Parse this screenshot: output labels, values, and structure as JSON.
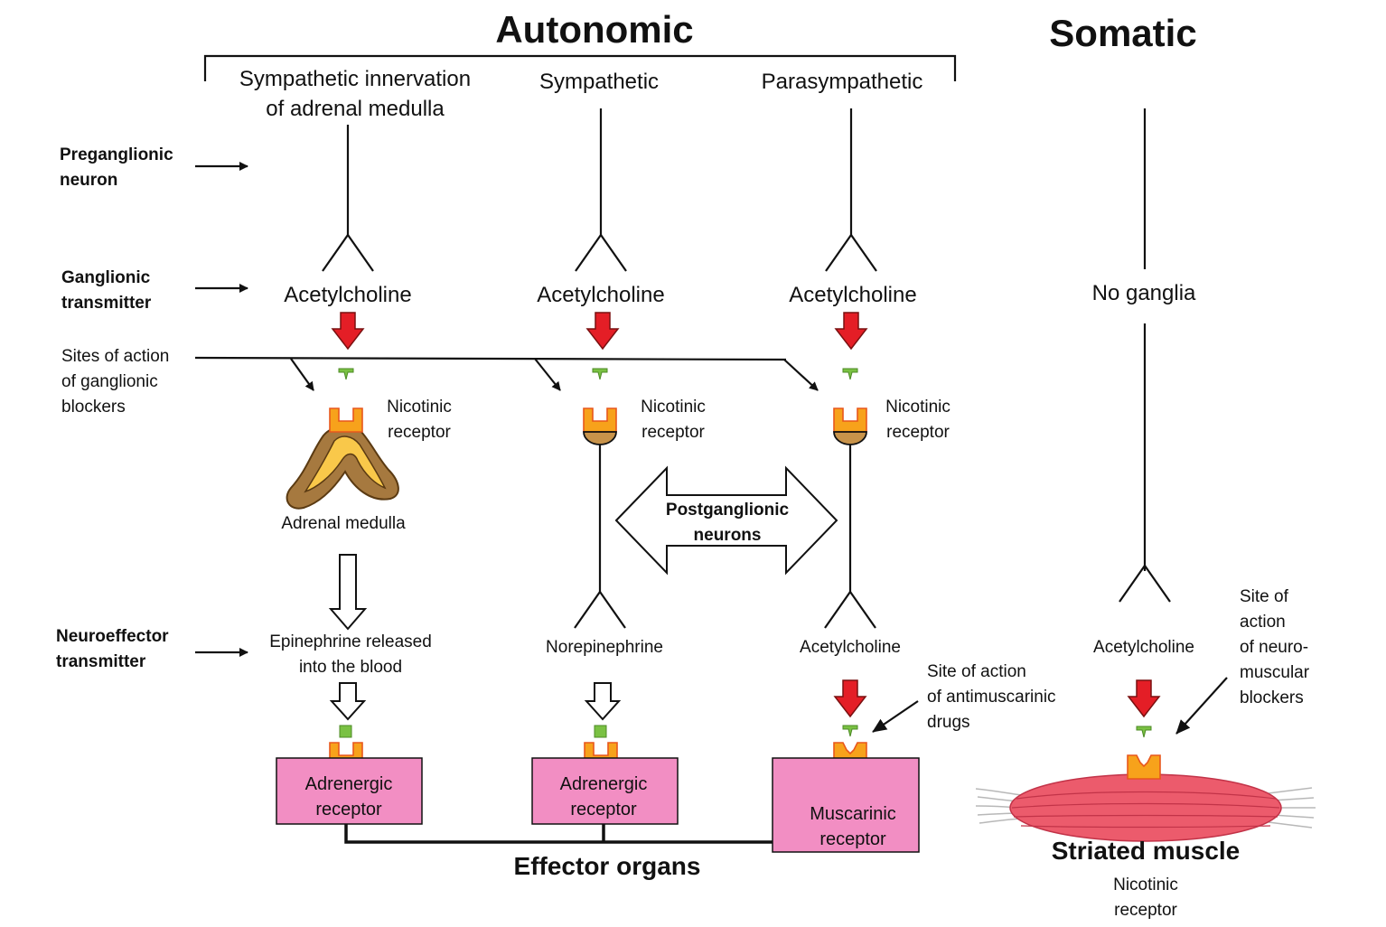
{
  "headers": {
    "autonomic": "Autonomic",
    "somatic": "Somatic",
    "col_adrenal": [
      "Sympathetic innervation",
      "of adrenal medulla"
    ],
    "col_sympathetic": "Sympathetic",
    "col_parasympathetic": "Parasympathetic"
  },
  "row_labels": {
    "preganglionic": [
      "Preganglionic",
      "neuron"
    ],
    "ganglionic": [
      "Ganglionic",
      "transmitter"
    ],
    "sites_ganglionic": [
      "Sites of action",
      "of ganglionic",
      "blockers"
    ],
    "neuroeffector": [
      "Neuroeffector",
      "transmitter"
    ]
  },
  "ganglia": {
    "adrenal": "Acetylcholine",
    "sympathetic": "Acetylcholine",
    "parasympathetic": "Acetylcholine",
    "somatic": "No ganglia"
  },
  "nicotinic_receptor": [
    "Nicotinic",
    "receptor"
  ],
  "adrenal_medulla": "Adrenal medulla",
  "postganglionic": [
    "Postganglionic",
    "neurons"
  ],
  "neuroeffector": {
    "adrenal": [
      "Epinephrine released",
      "into the blood"
    ],
    "sympathetic": "Norepinephrine",
    "parasympathetic": "Acetylcholine",
    "somatic": "Acetylcholine"
  },
  "sites": {
    "antimuscarinic": [
      "Site of action",
      "of antimuscarinic",
      "drugs"
    ],
    "neuromuscular": [
      "Site of",
      "action",
      "of neuro-",
      "muscular",
      "blockers"
    ]
  },
  "effector_boxes": {
    "adrenergic_1": [
      "Adrenergic",
      "receptor"
    ],
    "adrenergic_2": [
      "Adrenergic",
      "receptor"
    ],
    "muscarinic": [
      "Muscarinic",
      "receptor"
    ]
  },
  "effector_organs": "Effector organs",
  "striated_muscle": "Striated muscle",
  "muscle_receptor": [
    "Nicotinic",
    "receptor"
  ],
  "colors": {
    "red_arrow": "#e41e26",
    "ligand_green": "#7ac143",
    "receptor_orange": "#f7a21b",
    "receptor_outline": "#e8571c",
    "box_pink": "#f28ec3",
    "muscle_red": "#ec5b6c",
    "medulla_brown": "#a6793f",
    "medulla_core": "#f9c84a",
    "cell_body_tan": "#c8934a"
  },
  "icons": [
    "red-down-arrow-icon",
    "hollow-down-arrow-icon",
    "double-headed-arrow-icon",
    "nicotinic-receptor-icon",
    "adrenal-medulla-icon",
    "striated-muscle-icon"
  ]
}
